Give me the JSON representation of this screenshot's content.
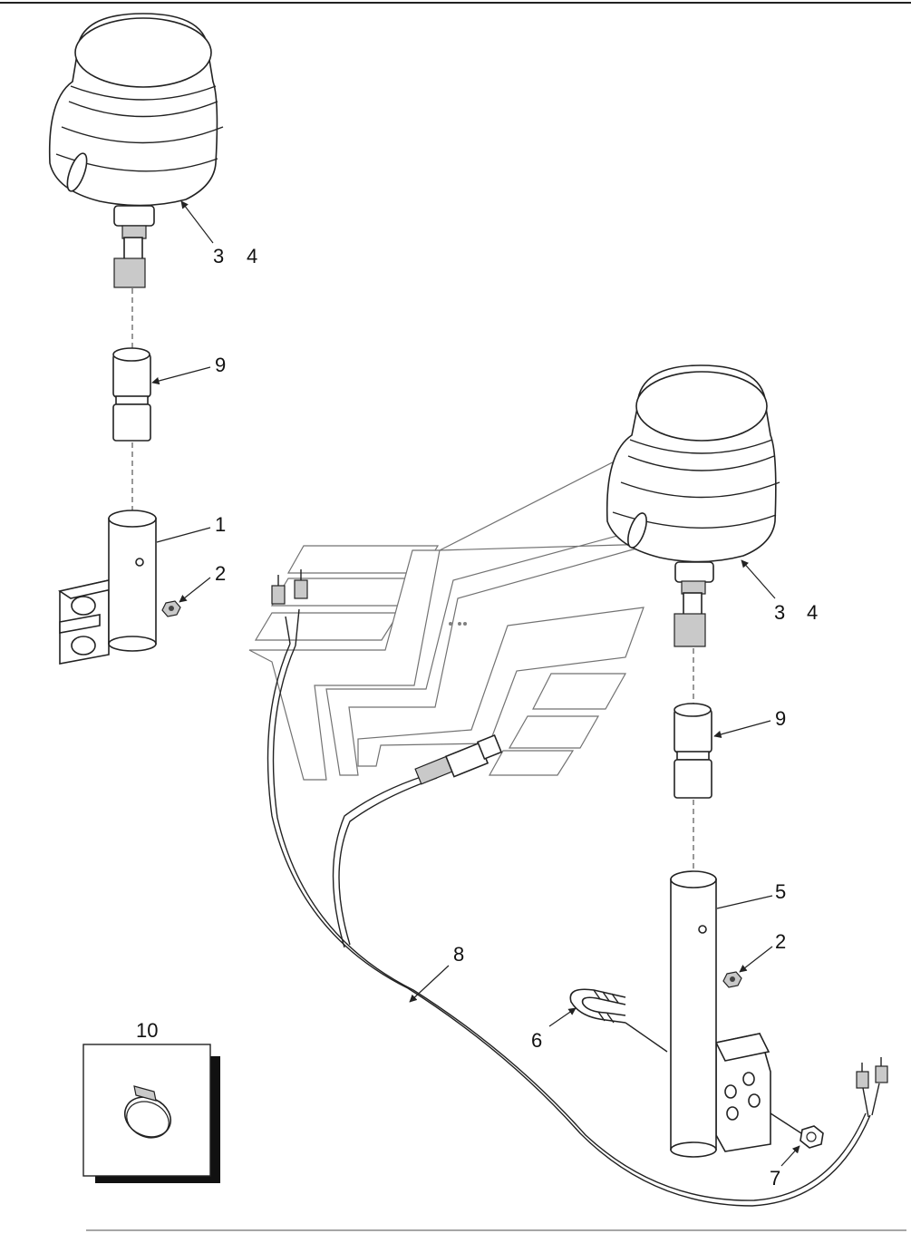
{
  "callouts": {
    "left_lamp_a": "3",
    "left_lamp_b": "4",
    "left_adapter": "9",
    "left_post": "1",
    "left_nut": "2",
    "right_lamp_a": "3",
    "right_lamp_b": "4",
    "right_adapter": "9",
    "right_post": "5",
    "right_nut": "2",
    "u_bolt": "6",
    "hex_nut": "7",
    "harness": "8",
    "clamp": "10"
  }
}
